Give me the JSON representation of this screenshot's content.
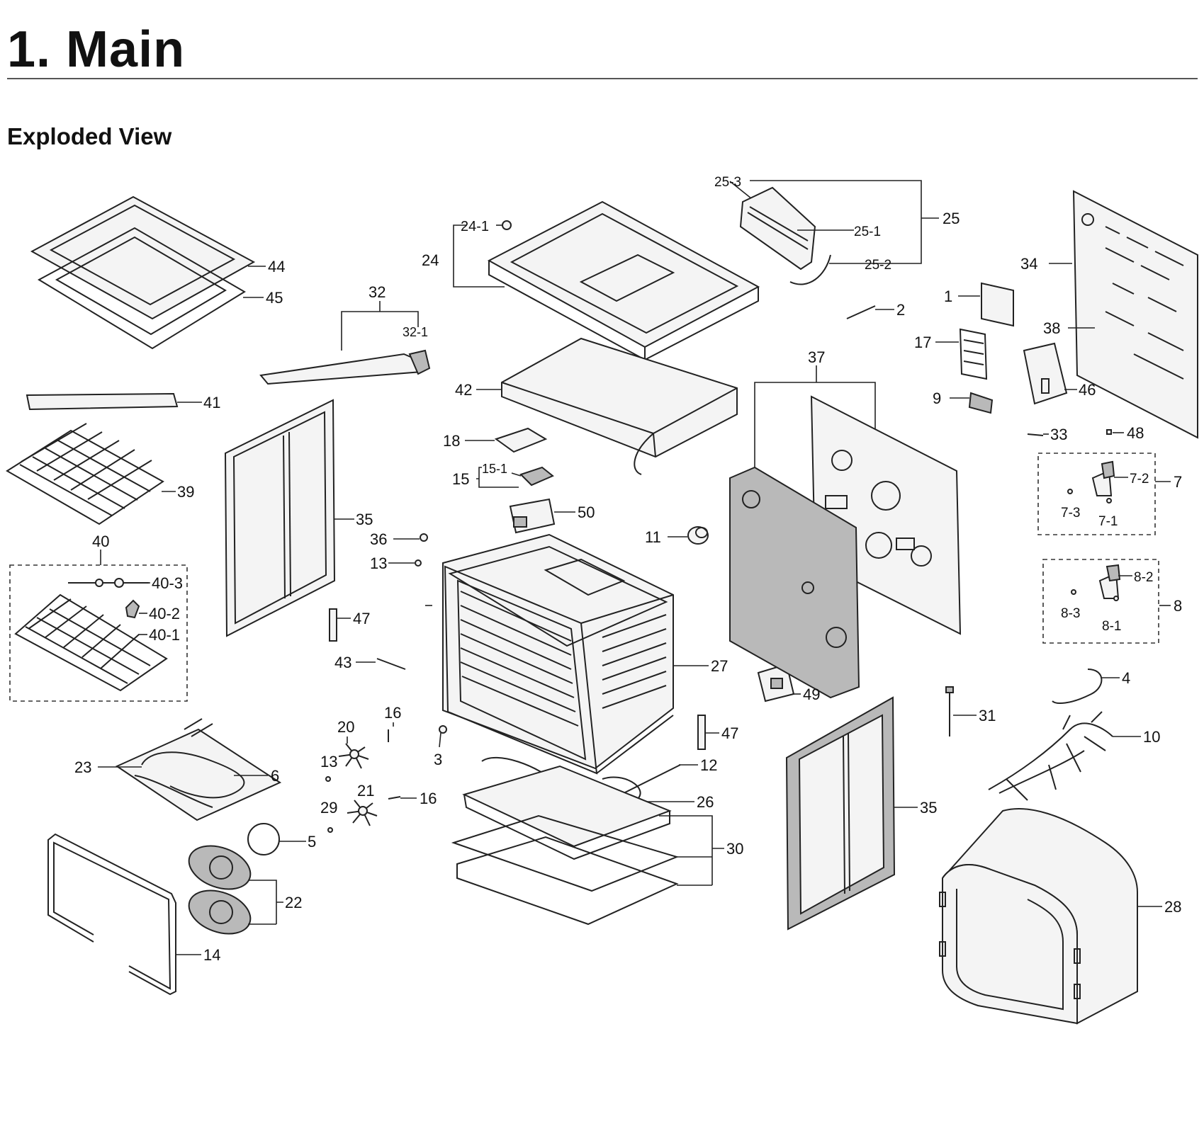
{
  "header": {
    "title": "1.  Main",
    "subtitle": "Exploded View"
  },
  "callouts": {
    "c44": "44",
    "c45": "45",
    "c41": "41",
    "c39": "39",
    "c40": "40",
    "c40_3": "40-3",
    "c40_2": "40-2",
    "c40_1": "40-1",
    "c32": "32",
    "c32_1": "32-1",
    "c35a": "35",
    "c36": "36",
    "c13a": "13",
    "c47a": "47",
    "c43": "43",
    "c24": "24",
    "c24_1": "24-1",
    "c42": "42",
    "c18": "18",
    "c15": "15",
    "c15_1": "15-1",
    "c50": "50",
    "c25_3": "25-3",
    "c25": "25",
    "c25_1": "25-1",
    "c25_2": "25-2",
    "c2": "2",
    "c34": "34",
    "c1": "1",
    "c38": "38",
    "c17": "17",
    "c9": "9",
    "c46": "46",
    "c37": "37",
    "c33": "33",
    "c48": "48",
    "c11": "11",
    "c7": "7",
    "c7_1": "7-1",
    "c7_2": "7-2",
    "c7_3": "7-3",
    "c8": "8",
    "c8_1": "8-1",
    "c8_2": "8-2",
    "c8_3": "8-3",
    "c27": "27",
    "c49": "49",
    "c47b": "47",
    "c4": "4",
    "c31": "31",
    "c10": "10",
    "c12": "12",
    "c26": "26",
    "c30": "30",
    "c35b": "35",
    "c28": "28",
    "c16a": "16",
    "c20": "20",
    "c13b": "13",
    "c3": "3",
    "c23": "23",
    "c6": "6",
    "c29": "29",
    "c21": "21",
    "c16b": "16",
    "c5": "5",
    "c22": "22",
    "c14": "14"
  }
}
